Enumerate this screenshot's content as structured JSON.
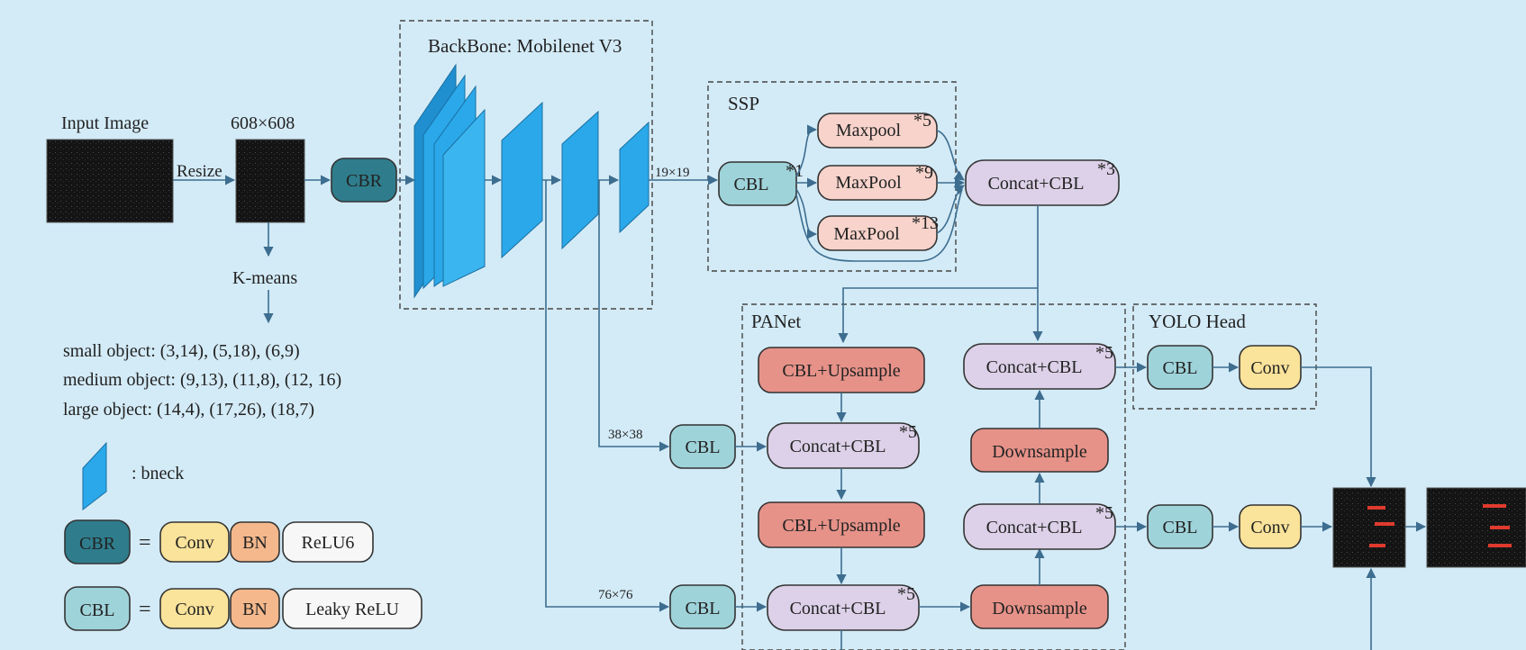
{
  "colors": {
    "background": "#d3ebf7",
    "cbr_fill": "#2f7d8c",
    "cbl_fill": "#9fd3da",
    "concat_fill": "#dcd1e8",
    "upsample_fill": "#e69289",
    "maxpool_fill": "#f7d3cb",
    "conv_fill": "#fae39a",
    "bn_fill": "#f4b88c",
    "activation_fill": "#f7f7f7",
    "bneck_fill": "#2aa8ea",
    "edge": "#3d6d8f"
  },
  "labels": {
    "input_image": "Input Image",
    "resized_size": "608×608",
    "resize": "Resize",
    "kmeans": "K-means",
    "backbone": "BackBone: Mobilenet V3",
    "ssp": "SSP",
    "panet": "PANet",
    "yolo_head": "YOLO Head",
    "size_19": "19×19",
    "size_38": "38×38",
    "size_76": "76×76",
    "bneck": ": bneck"
  },
  "anchors": [
    "small object: (3,14), (5,18), (6,9)",
    "medium object: (9,13), (11,8), (12, 16)",
    "large object: (14,4), (17,26), (18,7)"
  ],
  "nodes": {
    "cbr": "CBR",
    "cbl": "CBL",
    "cbl_superscript": "*1",
    "maxpool1": "Maxpool",
    "maxpool1_sup": "*5",
    "maxpool2": "MaxPool",
    "maxpool2_sup": "*9",
    "maxpool3": "MaxPool",
    "maxpool3_sup": "*13",
    "concat_cbl": "Concat+CBL",
    "concat_cbl_sup": "*3",
    "concat_cbl_sup5": "*5",
    "cbl_upsample": "CBL+Upsample",
    "downsample": "Downsample",
    "conv": "Conv"
  },
  "legend": {
    "equals": "=",
    "conv": "Conv",
    "bn": "BN",
    "relu6": "ReLU6",
    "leaky_relu": "Leaky ReLU"
  }
}
